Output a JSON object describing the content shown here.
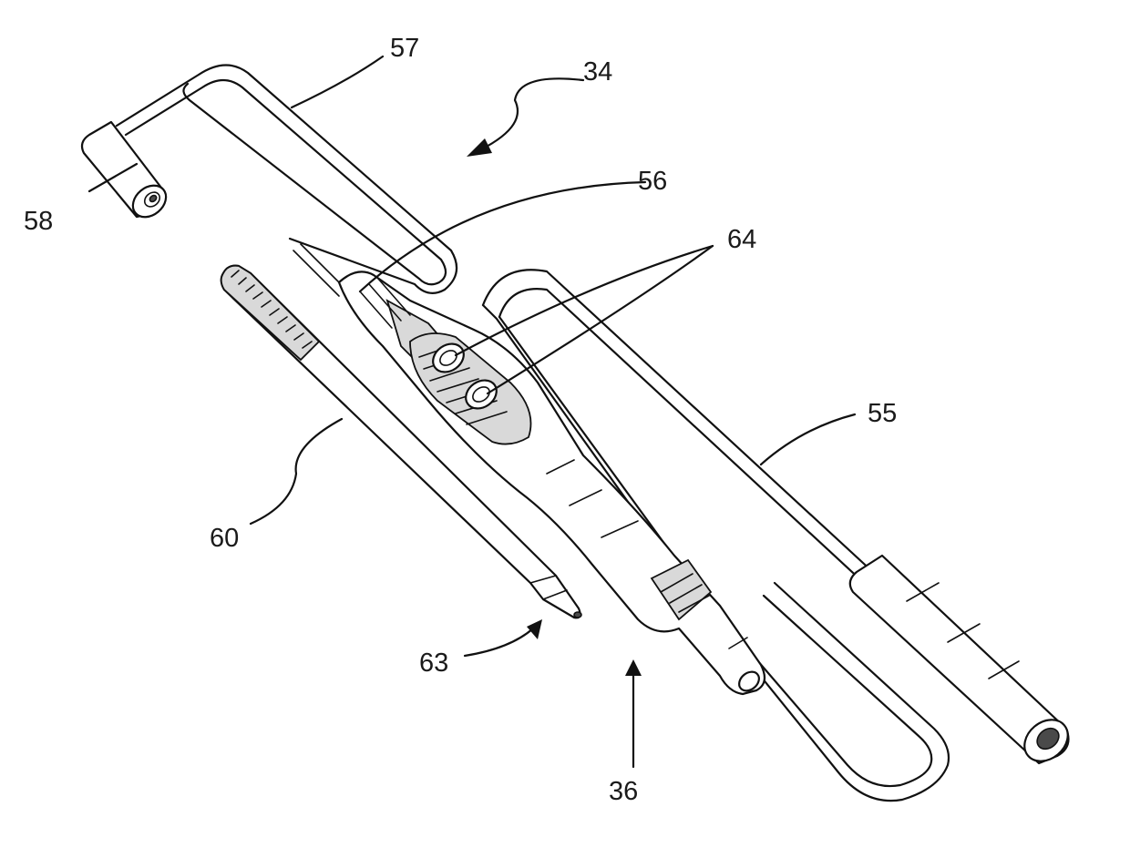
{
  "figure": {
    "labels": {
      "l34": "34",
      "l36": "36",
      "l55": "55",
      "l56": "56",
      "l57": "57",
      "l58": "58",
      "l60": "60",
      "l63": "63",
      "l64": "64"
    },
    "colors": {
      "ink": "#111111",
      "paper": "#ffffff",
      "shade": "#d9d9d9"
    }
  }
}
